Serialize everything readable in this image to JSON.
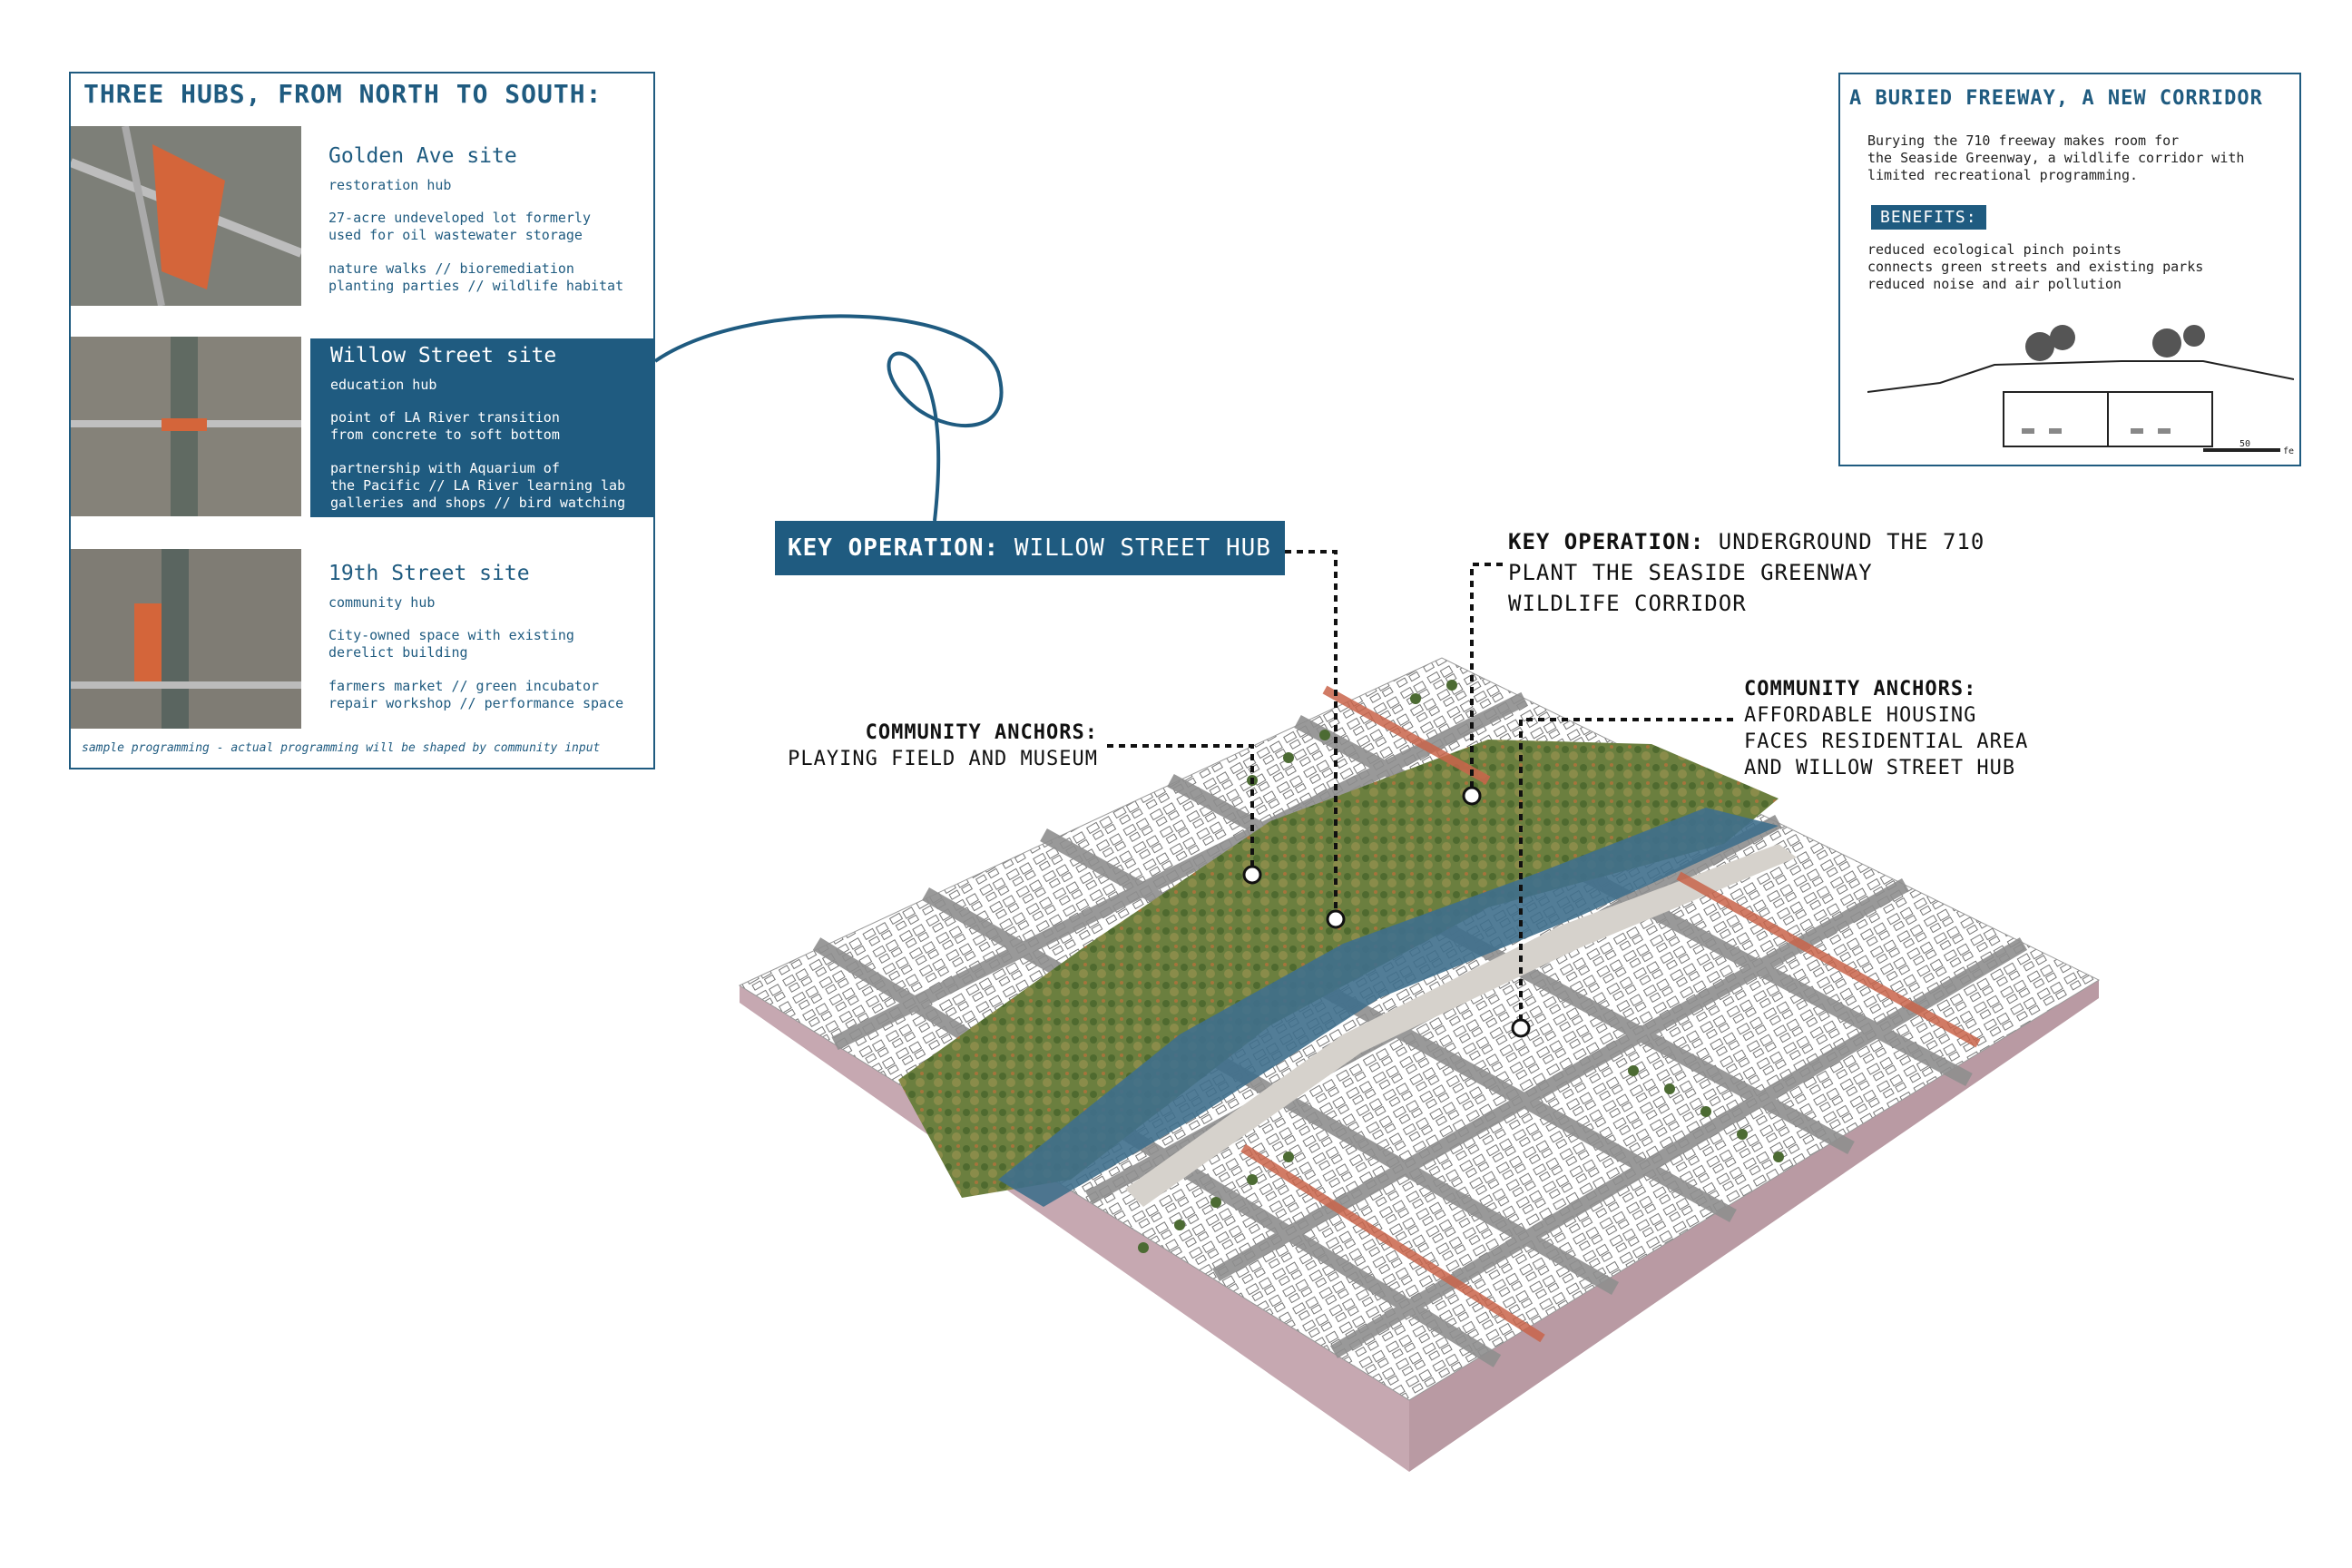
{
  "hubs_panel": {
    "title": "THREE HUBS, FROM NORTH TO SOUTH:",
    "hubs": [
      {
        "name": "Golden Ave site",
        "role": "restoration hub",
        "description": "27-acre undeveloped lot formerly\nused for oil wastewater storage",
        "programming": "nature walks // bioremediation\nplanting parties // wildlife habitat"
      },
      {
        "name": "Willow Street site",
        "role": "education hub",
        "description": "point of LA River transition\nfrom concrete to soft bottom",
        "programming": "partnership with Aquarium of\nthe Pacific // LA River learning lab\ngalleries and shops // bird watching"
      },
      {
        "name": "19th Street site",
        "role": "community hub",
        "description": "City-owned space with existing\nderelict building",
        "programming": "farmers market // green incubator\nrepair workshop // performance space"
      }
    ],
    "footnote": "sample programming - actual programming will be shaped by community input"
  },
  "freeway_panel": {
    "title": "A BURIED FREEWAY, A NEW CORRIDOR",
    "body": "Burying the 710 freeway makes room for\nthe Seaside Greenway, a wildlife corridor with\nlimited recreational programming.",
    "benefits_label": "BENEFITS:",
    "benefits": [
      "reduced ecological pinch points",
      "connects green streets and existing parks",
      "reduced noise and air pollution"
    ],
    "scale_value": "50",
    "scale_unit": "feet"
  },
  "callouts": {
    "willow_prefix": "KEY OPERATION:",
    "willow_text": "WILLOW STREET HUB",
    "seaside_prefix": "KEY OPERATION:",
    "seaside_line1": "UNDERGROUND THE 710",
    "seaside_line2": "PLANT THE SEASIDE GREENWAY",
    "seaside_line3": "WILDLIFE CORRIDOR",
    "anchor_left_title": "COMMUNITY ANCHORS:",
    "anchor_left_text": "PLAYING FIELD AND MUSEUM",
    "anchor_right_title": "COMMUNITY ANCHORS:",
    "anchor_right_line1": "AFFORDABLE HOUSING",
    "anchor_right_line2": "FACES RESIDENTIAL AREA",
    "anchor_right_line3": "AND WILLOW STREET HUB"
  },
  "colors": {
    "brand_blue": "#1f5b80",
    "lot_orange": "#d4653a",
    "base_pink": "#c9a9b2",
    "road_gray": "#8a8a8a",
    "green": "#5d7a3a",
    "water": "#3f6f8c"
  }
}
